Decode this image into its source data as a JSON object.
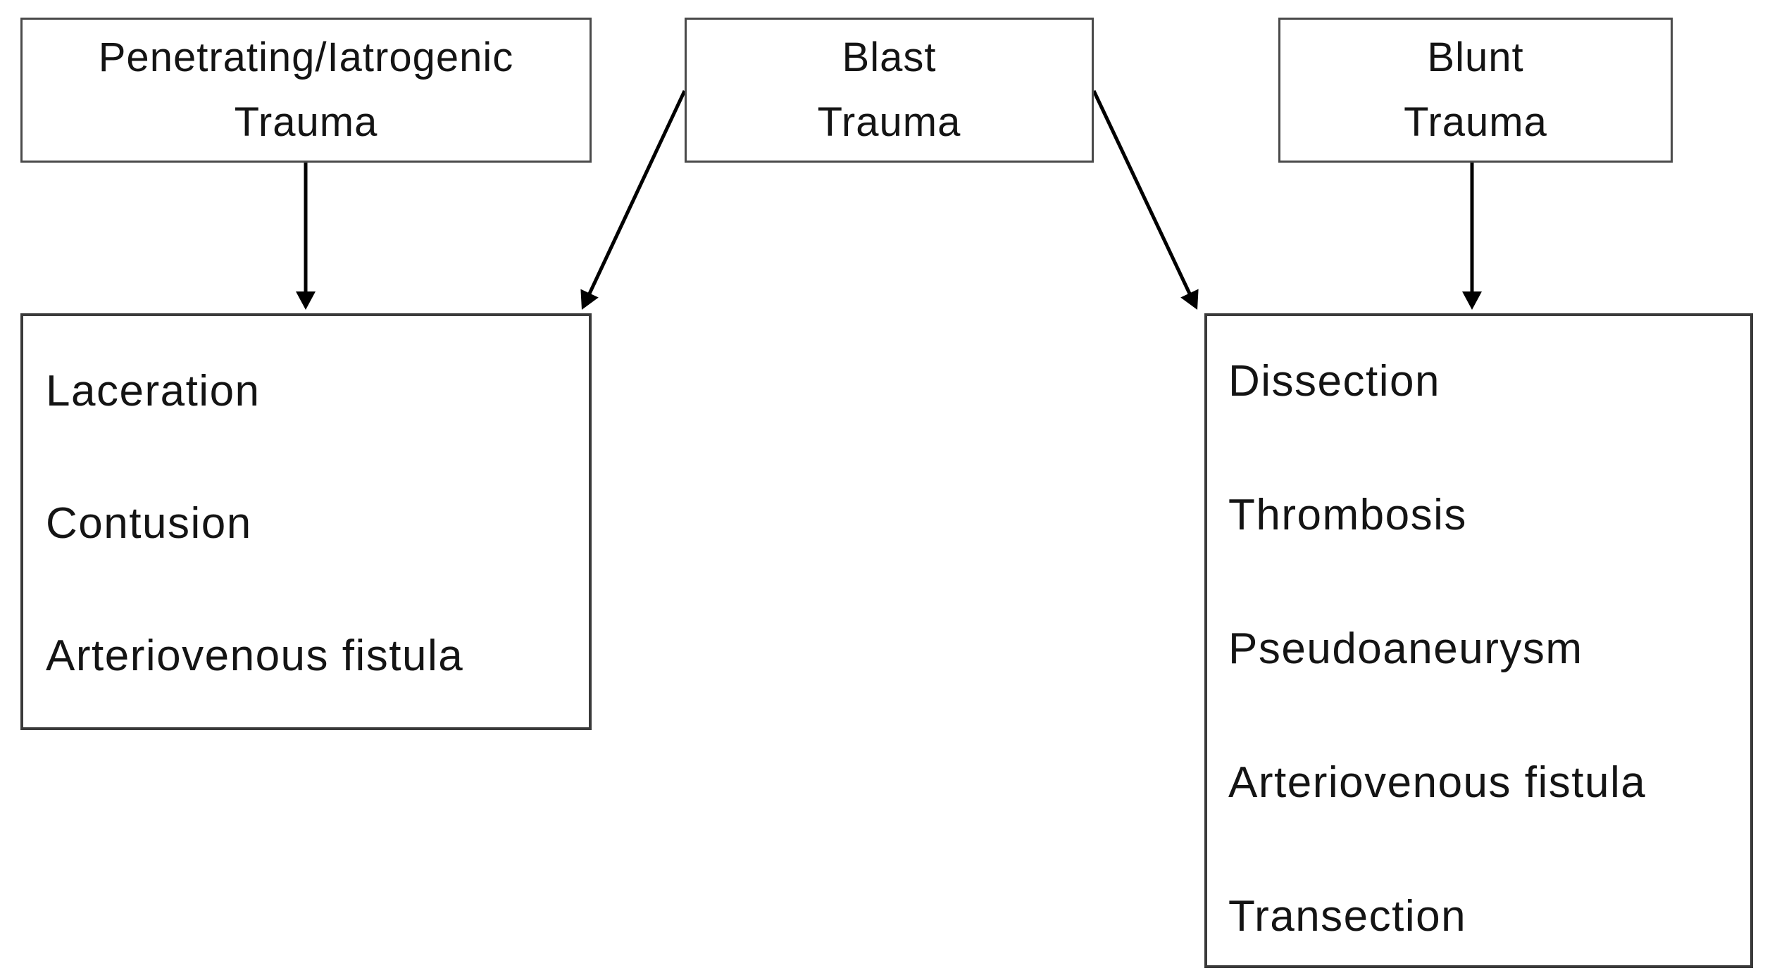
{
  "figure": {
    "background": "#ffffff",
    "text_color": "#141414",
    "border_color": "#3a3a3a",
    "arrow_color": "#000000",
    "top_boxes": [
      {
        "id": "penetrating-trauma",
        "lines": [
          "Penetrating/Iatrogenic",
          "Trauma"
        ]
      },
      {
        "id": "blast-trauma",
        "lines": [
          "Blast",
          "Trauma"
        ]
      },
      {
        "id": "blunt-trauma",
        "lines": [
          "Blunt",
          "Trauma"
        ]
      }
    ],
    "outcome_boxes": [
      {
        "id": "left-outcomes",
        "items": [
          "Laceration",
          "Contusion",
          "Arteriovenous fistula"
        ]
      },
      {
        "id": "right-outcomes",
        "items": [
          "Dissection",
          "Thrombosis",
          "Pseudoaneurysm",
          "Arteriovenous fistula",
          "Transection"
        ]
      }
    ],
    "connections": [
      {
        "from": "Penetrating/Iatrogenic Trauma",
        "to": "left-outcomes"
      },
      {
        "from": "Blast Trauma",
        "to": "left-outcomes"
      },
      {
        "from": "Blast Trauma",
        "to": "right-outcomes"
      },
      {
        "from": "Blunt Trauma",
        "to": "right-outcomes"
      }
    ]
  }
}
